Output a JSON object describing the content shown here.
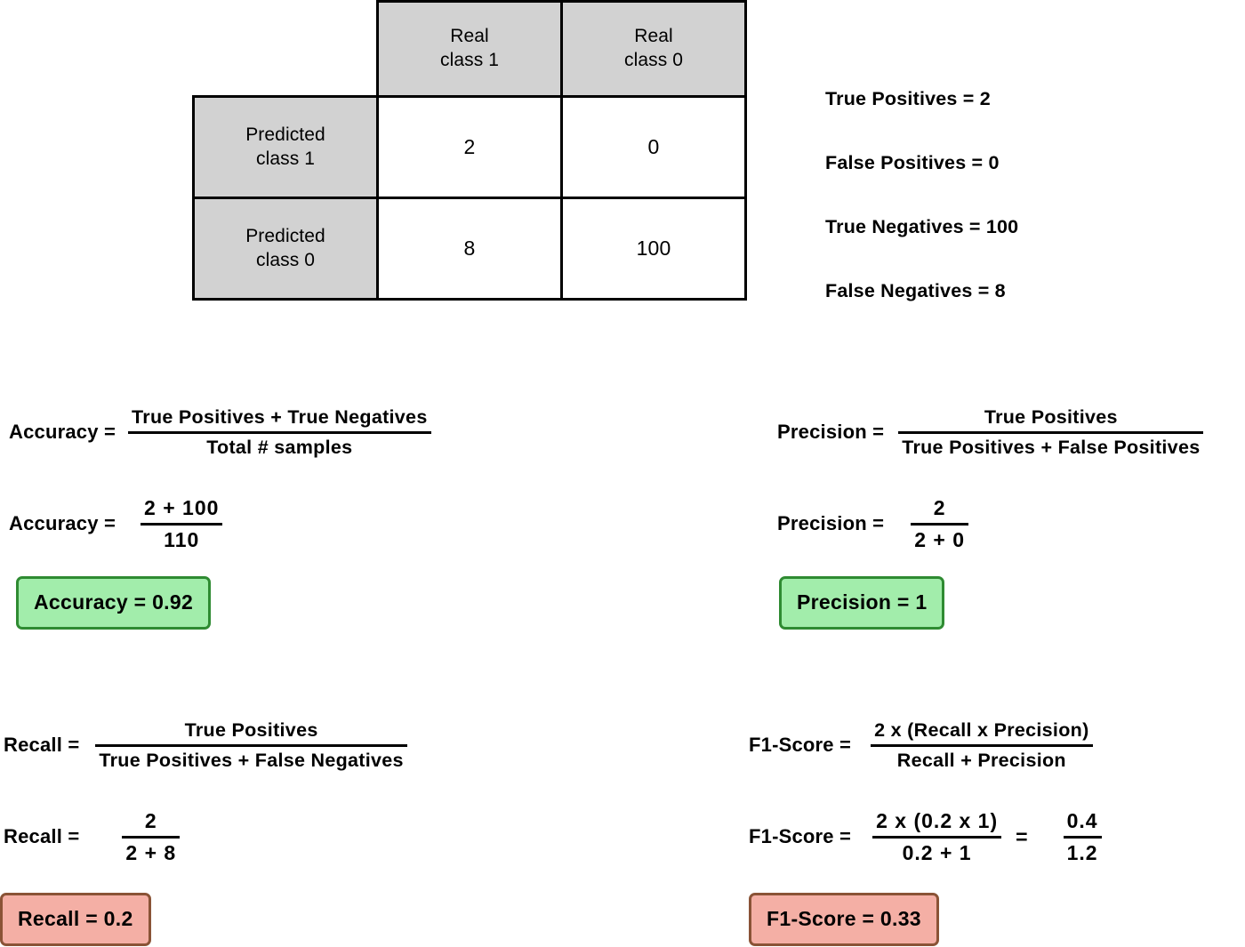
{
  "confusion_matrix": {
    "column_headers": [
      "Real\nclass 1",
      "Real\nclass 0"
    ],
    "col_header_1_line1": "Real",
    "col_header_1_line2": "class 1",
    "col_header_2_line1": "Real",
    "col_header_2_line2": "class 0",
    "row_header_1_line1": "Predicted",
    "row_header_1_line2": "class 1",
    "row_header_2_line1": "Predicted",
    "row_header_2_line2": "class 0",
    "cells": {
      "r1c1": "2",
      "r1c2": "0",
      "r2c1": "8",
      "r2c2": "100"
    },
    "header_fill": "#d2d2d2",
    "border_color": "#000000"
  },
  "legend": {
    "true_positives": "True Positives = 2",
    "false_positives": "False Positives = 0",
    "true_negatives": "True Negatives = 100",
    "false_negatives": "False Negatives = 8"
  },
  "accuracy": {
    "label_1": "Accuracy =",
    "numerator_1": "True Positives  +  True Negatives",
    "denominator_1": "Total # samples",
    "label_2": "Accuracy =",
    "numerator_2": "2  +  100",
    "denominator_2": "110",
    "result": "Accuracy = 0.92",
    "result_color": "#a2edab",
    "result_border": "#2f8b32"
  },
  "precision": {
    "label_1": "Precision =",
    "numerator_1": "True Positives",
    "denominator_1": "True Positives  +  False Positives",
    "label_2": "Precision =",
    "numerator_2": "2",
    "denominator_2": "2   +   0",
    "result": "Precision = 1",
    "result_color": "#a2edab",
    "result_border": "#2f8b32"
  },
  "recall": {
    "label_1": "Recall =",
    "numerator_1": "True Positives",
    "denominator_1": "True Positives  +  False Negatives",
    "label_2": "Recall =",
    "numerator_2": "2",
    "denominator_2": "2   +   8",
    "result": "Recall = 0.2",
    "result_color": "#f4afa5",
    "result_border": "#8a5336"
  },
  "f1_score": {
    "label_1": "F1-Score =",
    "numerator_1": "2 x (Recall x Precision)",
    "denominator_1": "Recall      +      Precision",
    "label_2": "F1-Score =",
    "numerator_2": "2 x (0.2 x 1)",
    "denominator_2": "0.2  +   1",
    "equals": "=",
    "numerator_3": "0.4",
    "denominator_3": "1.2",
    "result": "F1-Score = 0.33",
    "result_color": "#f4afa5",
    "result_border": "#8a5336"
  }
}
